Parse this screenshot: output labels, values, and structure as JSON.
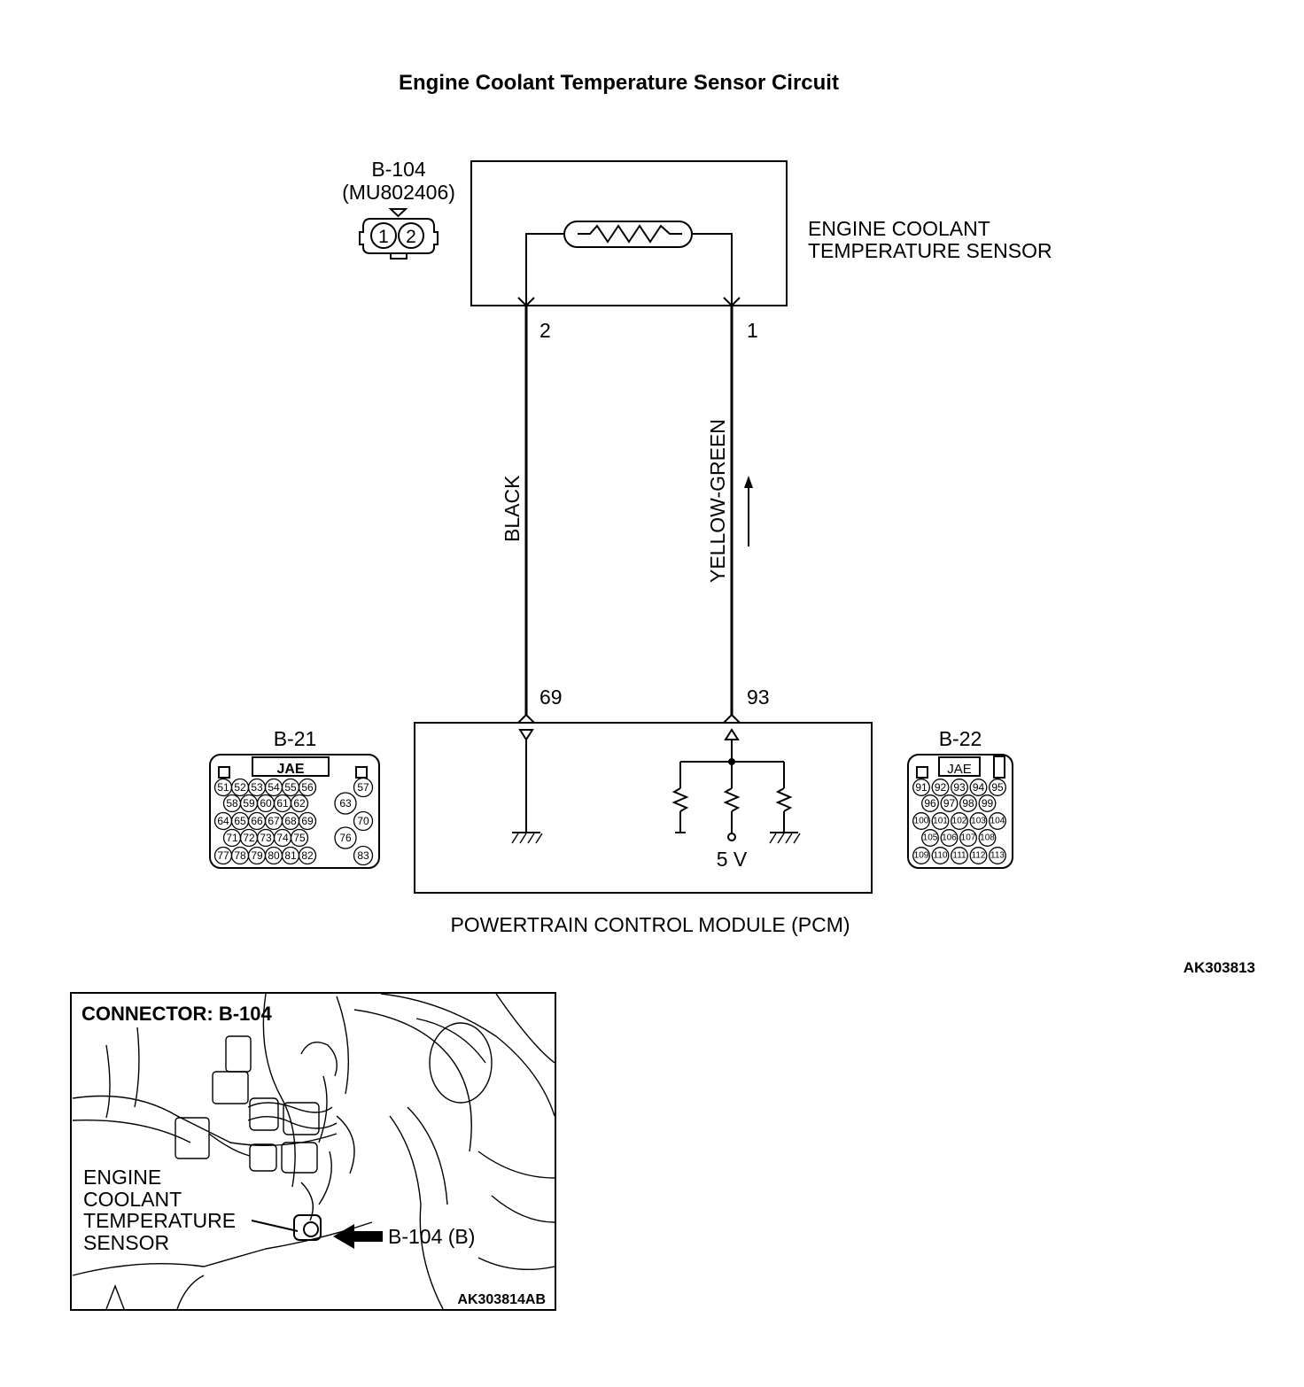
{
  "title": "Engine Coolant Temperature Sensor Circuit",
  "sensor_connector": {
    "id": "B-104",
    "part": "(MU802406)",
    "pins": [
      "1",
      "2"
    ]
  },
  "sensor_label": {
    "line1": "ENGINE COOLANT",
    "line2": "TEMPERATURE SENSOR"
  },
  "sensor_pins": {
    "left": "2",
    "right": "1"
  },
  "wires": {
    "left_color": "BLACK",
    "right_color": "YELLOW-GREEN"
  },
  "pcm_pins": {
    "left": "69",
    "right": "93"
  },
  "pcm_label": "POWERTRAIN CONTROL MODULE (PCM)",
  "supply_voltage": "5 V",
  "connector_b21": {
    "id": "B-21",
    "tag": "JAE",
    "rows": [
      [
        "51",
        "52",
        "53",
        "54",
        "55",
        "56",
        "57"
      ],
      [
        "58",
        "59",
        "60",
        "61",
        "62",
        "63"
      ],
      [
        "64",
        "65",
        "66",
        "67",
        "68",
        "69",
        "70"
      ],
      [
        "71",
        "72",
        "73",
        "74",
        "75",
        "76"
      ],
      [
        "77",
        "78",
        "79",
        "80",
        "81",
        "82",
        "83"
      ]
    ]
  },
  "connector_b22": {
    "id": "B-22",
    "tag": "JAE",
    "rows": [
      [
        "91",
        "92",
        "93",
        "94",
        "95"
      ],
      [
        "96",
        "97",
        "98",
        "99"
      ],
      [
        "100",
        "101",
        "102",
        "103",
        "104"
      ],
      [
        "105",
        "106",
        "107",
        "108"
      ],
      [
        "109",
        "110",
        "111",
        "112",
        "113"
      ]
    ]
  },
  "diagram_code": "AK303813",
  "inset": {
    "heading": "CONNECTOR: B-104",
    "callout_line1": "ENGINE",
    "callout_line2": "COOLANT",
    "callout_line3": "TEMPERATURE",
    "callout_line4": "SENSOR",
    "connector_ref": "B-104 (B)",
    "code": "AK303814AB"
  }
}
